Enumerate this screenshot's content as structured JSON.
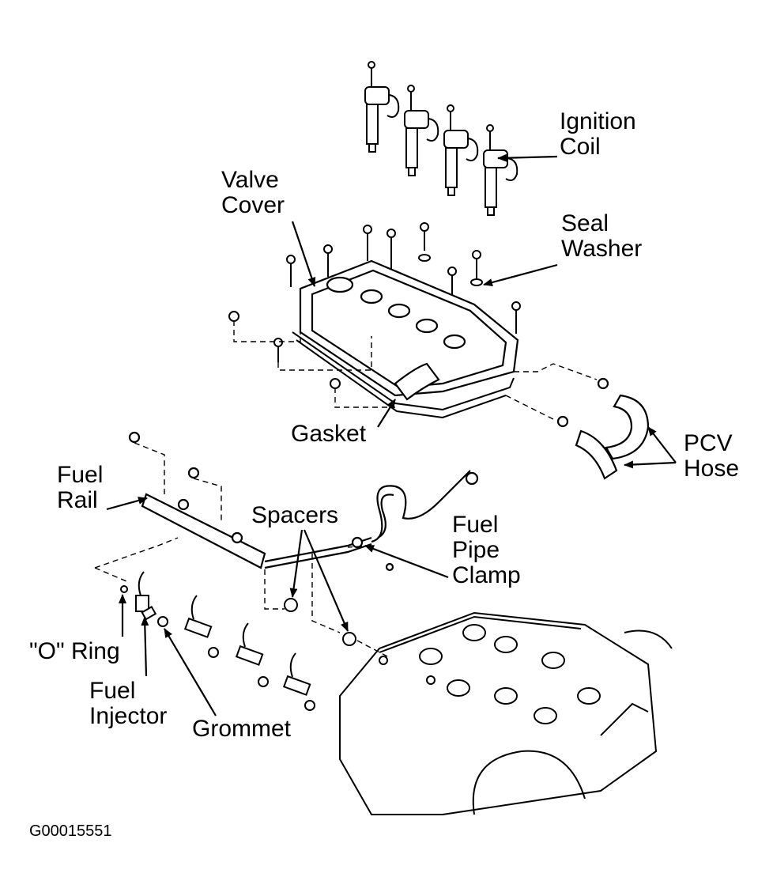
{
  "labels": {
    "ignition_coil": [
      "Ignition",
      "Coil"
    ],
    "valve_cover": [
      "Valve",
      "Cover"
    ],
    "seal_washer": [
      "Seal",
      "Washer"
    ],
    "gasket": "Gasket",
    "pcv_hose": [
      "PCV",
      "Hose"
    ],
    "fuel_rail": [
      "Fuel",
      "Rail"
    ],
    "spacers": "Spacers",
    "fuel_pipe_clamp": [
      "Fuel",
      "Pipe",
      "Clamp"
    ],
    "o_ring": "\"O\" Ring",
    "fuel_injector": [
      "Fuel",
      "Injector"
    ],
    "grommet": "Grommet"
  },
  "figure_id": "G00015551",
  "colors": {
    "ink": "#000000",
    "paper": "#ffffff"
  }
}
